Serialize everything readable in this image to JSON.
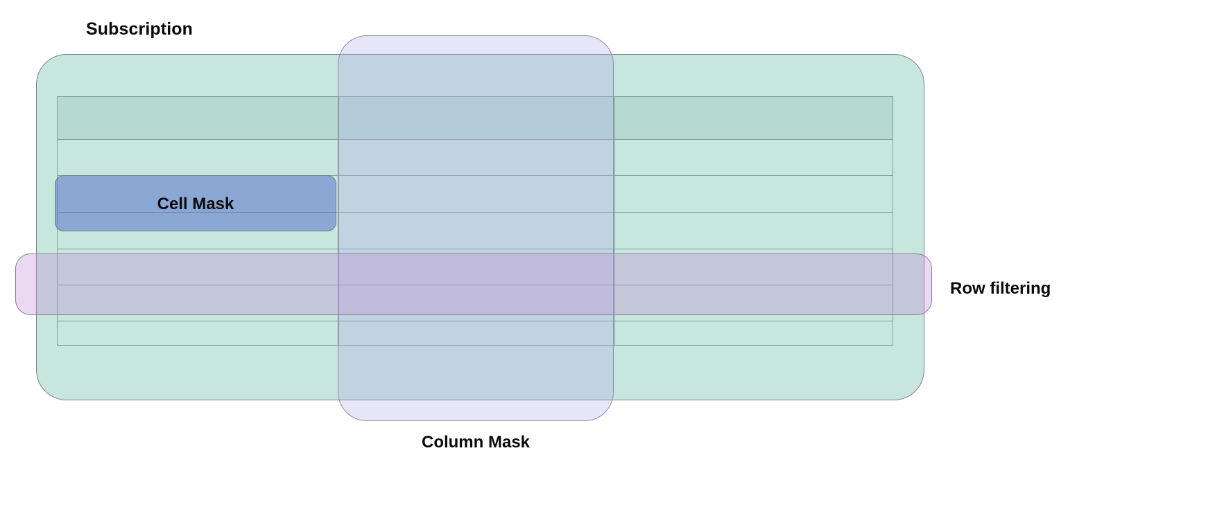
{
  "diagram": {
    "title_region": "data masking and filtering layers over a shared subscription table",
    "subscription": {
      "label": "Subscription",
      "fill": "#c6e6de",
      "stroke": "#7c7f85"
    },
    "column_mask": {
      "label": "Column Mask",
      "fill": "#b0a8e8",
      "stroke": "#8e8ba0"
    },
    "row_filtering": {
      "label": "Row filtering",
      "fill": "#c48cd6",
      "stroke": "#8a7c93"
    },
    "cell_mask": {
      "label": "Cell Mask",
      "fill": "#5470cc",
      "stroke": "#767984"
    },
    "table": {
      "stroke": "#7e9c97",
      "column_count": 3,
      "row_count": 7,
      "rows": [
        {
          "name": "header-row",
          "shaded": true
        },
        {
          "name": "row-2",
          "shaded": false
        },
        {
          "name": "row-3",
          "shaded": false
        },
        {
          "name": "row-4",
          "shaded": false
        },
        {
          "name": "row-5",
          "shaded": false
        },
        {
          "name": "row-6",
          "shaded": false
        },
        {
          "name": "row-7",
          "shaded": false
        }
      ]
    }
  }
}
